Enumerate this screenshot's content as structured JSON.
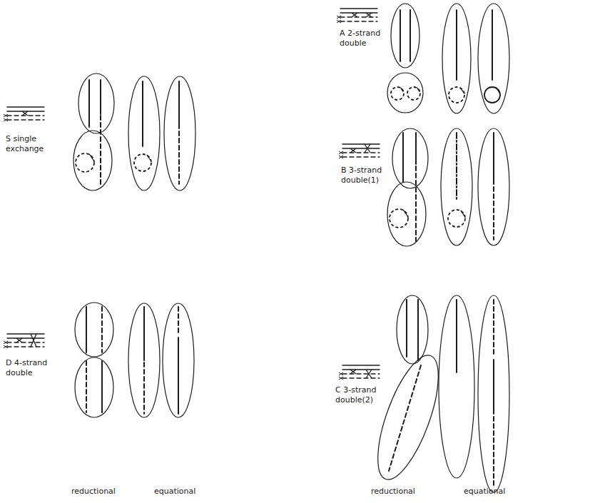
{
  "diagram": {
    "labels": [
      "S single exchange",
      "A 2-strand double",
      "B 3-strand double(1)",
      "D 4-strand double",
      "C 3-strand double(2)",
      "reductional",
      "equational",
      "reductional",
      "equational"
    ]
  }
}
